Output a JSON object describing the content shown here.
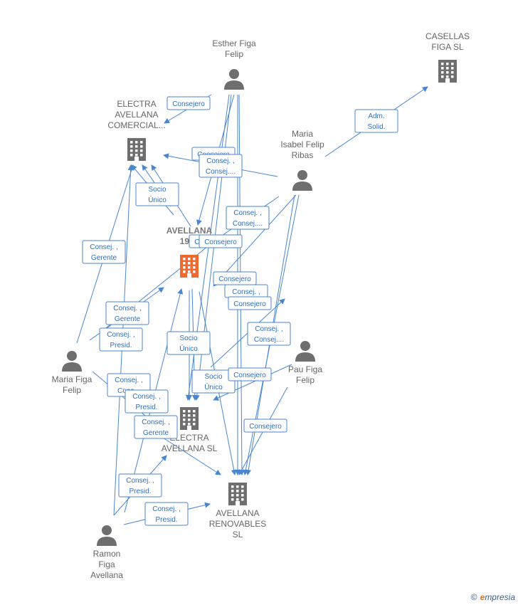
{
  "colors": {
    "edge": "#4a86d0",
    "node": "#6e6e6e",
    "highlight": "#ee6a2f"
  },
  "nodes": [
    {
      "id": "casellas",
      "type": "company",
      "label": [
        "CASELLAS",
        "FIGA SL"
      ]
    },
    {
      "id": "esther",
      "type": "person",
      "label": [
        "Esther Figa",
        "Felip"
      ]
    },
    {
      "id": "electra_comercial",
      "type": "company",
      "label": [
        "ELECTRA",
        "AVELLANA",
        "COMERCIAL..."
      ]
    },
    {
      "id": "maria_isabel",
      "type": "person",
      "label": [
        "Maria",
        "Isabel Felip",
        "Ribas"
      ]
    },
    {
      "id": "avellana1907",
      "type": "company",
      "label": [
        "AVELLANA",
        "1907"
      ],
      "highlight": true
    },
    {
      "id": "maria_figa",
      "type": "person",
      "label": [
        "Maria Figa",
        "Felip"
      ]
    },
    {
      "id": "pau",
      "type": "person",
      "label": [
        "Pau Figa",
        "Felip"
      ]
    },
    {
      "id": "electra_sl",
      "type": "company",
      "label": [
        "ELECTRA",
        "AVELLANA SL"
      ]
    },
    {
      "id": "renovables",
      "type": "company",
      "label": [
        "AVELLANA",
        "RENOVABLES",
        "SL"
      ]
    },
    {
      "id": "ramon",
      "type": "person",
      "label": [
        "Ramon",
        "Figa",
        "Avellana"
      ]
    }
  ],
  "edge_labels": [
    [
      "Consejero"
    ],
    [
      "Adm.",
      "Solid."
    ],
    [
      "Consejero"
    ],
    [
      "Consej. ,",
      "Consej...."
    ],
    [
      "Socio",
      "Único"
    ],
    [
      "Consej. ,",
      "Consej...."
    ],
    [
      "Consejero"
    ],
    [
      "Consejero"
    ],
    [
      "Consej. ,",
      "Gerente"
    ],
    [
      "Consejero"
    ],
    [
      "Consej. ,"
    ],
    [
      "Consejero"
    ],
    [
      "Consej. ,",
      "Gerente"
    ],
    [
      "Consej. ,",
      "Presid."
    ],
    [
      "Consej. ,",
      "Consej...."
    ],
    [
      "Socio",
      "Único"
    ],
    [
      "Consej. ,",
      "Cons..."
    ],
    [
      "Consej. ,",
      "Presid."
    ],
    [
      "Socio",
      "Único"
    ],
    [
      "Consejero"
    ],
    [
      "Consej. ,",
      "Gerente"
    ],
    [
      "Consejero"
    ],
    [
      "Consej. ,",
      "Presid."
    ],
    [
      "Consej. ,",
      "Presid."
    ]
  ],
  "footer": {
    "copyright": "©",
    "brand_initial": "e",
    "brand_rest": "mpresia"
  }
}
